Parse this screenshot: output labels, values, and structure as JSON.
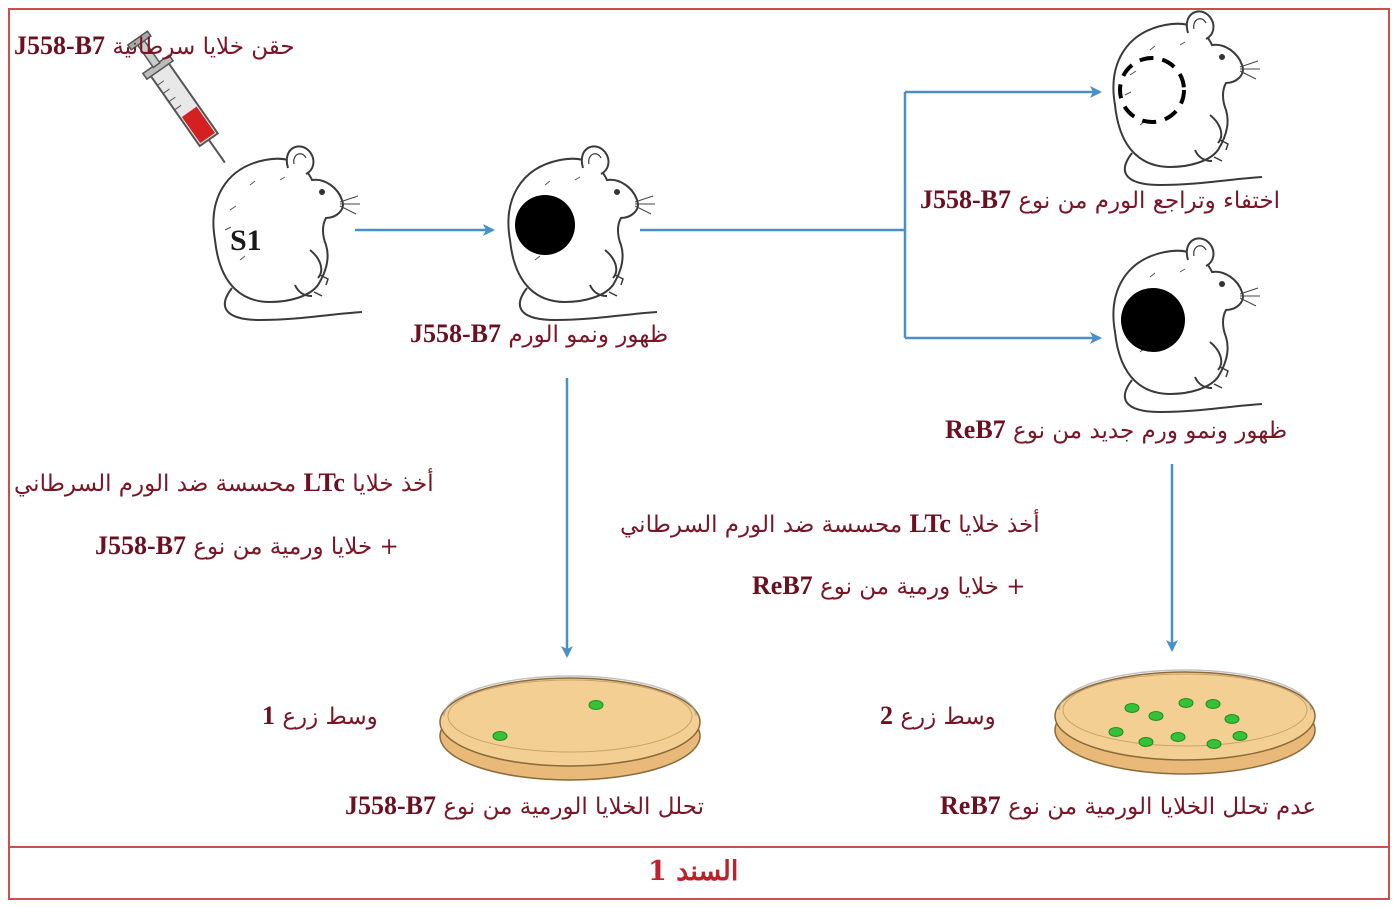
{
  "diagram": {
    "s1_label": "S1",
    "injection": {
      "text": "حقن خلايا سرطانية",
      "code": "J558-B7"
    },
    "tumor_growth": {
      "text": "ظهور ونمو الورم",
      "code": "J558-B7"
    },
    "regression": {
      "text": "اختفاء وتراجع الورم من نوع",
      "code": "J558-B7"
    },
    "new_tumor": {
      "text": "ظهور ونمو ورم جديد من نوع",
      "code": "ReB7"
    },
    "left_take": {
      "line1_text": "أخذ خلايا",
      "line1_code": "LTc",
      "line1_rest": "محسسة ضد الورم السرطاني",
      "line2_text": "+ خلايا ورمية من نوع",
      "line2_code": "J558-B7"
    },
    "right_take": {
      "line1_text": "أخذ خلايا",
      "line1_code": "LTc",
      "line1_rest": "محسسة ضد الورم السرطاني",
      "line2_text": "+ خلايا ورمية من نوع",
      "line2_code": "ReB7"
    },
    "medium1": {
      "text": "وسط زرع",
      "num": "1"
    },
    "medium2": {
      "text": "وسط زرع",
      "num": "2"
    },
    "lysis": {
      "text": "تحلل الخلايا الورمية من نوع",
      "code": "J558-B7"
    },
    "no_lysis": {
      "text": "عدم تحلل الخلايا الورمية من نوع",
      "code": "ReB7"
    },
    "caption": "السند 1",
    "colors": {
      "arrow": "#4a90c8",
      "frame": "#c9504f",
      "tumor": "#000000",
      "colony": "#36c236",
      "dish": "#f3cf94",
      "text": "#7a1526"
    }
  }
}
